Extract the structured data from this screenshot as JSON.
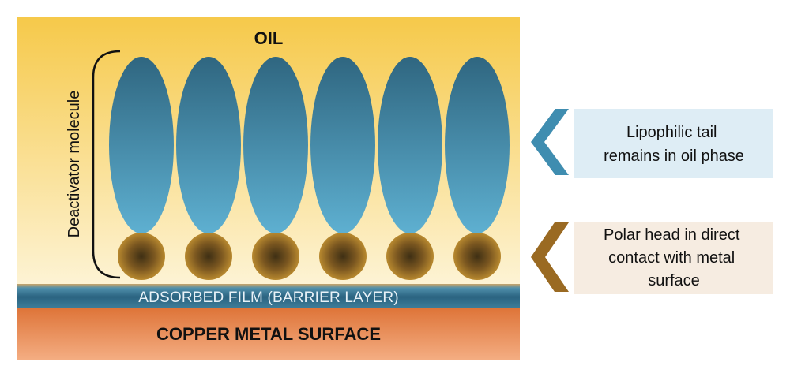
{
  "diagram": {
    "oil_label": "OIL",
    "molecule_label": "Deactivator molecule",
    "film_label": "ADSORBED FILM (BARRIER LAYER)",
    "surface_label": "COPPER METAL SURFACE",
    "molecule_count": 6,
    "callouts": [
      {
        "id": "tail",
        "lines": [
          "Lipophilic tail",
          "remains in oil phase"
        ]
      },
      {
        "id": "head",
        "lines": [
          "Polar head in direct",
          "contact with metal",
          "surface"
        ]
      }
    ],
    "colors": {
      "oil_top": "#f6c94a",
      "oil_bottom": "#fdf2cf",
      "tail_top": "#2f6680",
      "tail_bottom": "#5aa9c9",
      "head_center": "#4a3a1c",
      "head_edge": "#b07d2c",
      "film": "#2e6b88",
      "copper_top": "#e27a3f",
      "copper_bottom": "#f2a679",
      "tail_box": "#deedf5",
      "head_box": "#f6ece1",
      "tail_arrow": "#3f8db0",
      "head_arrow": "#9a6a22"
    }
  }
}
